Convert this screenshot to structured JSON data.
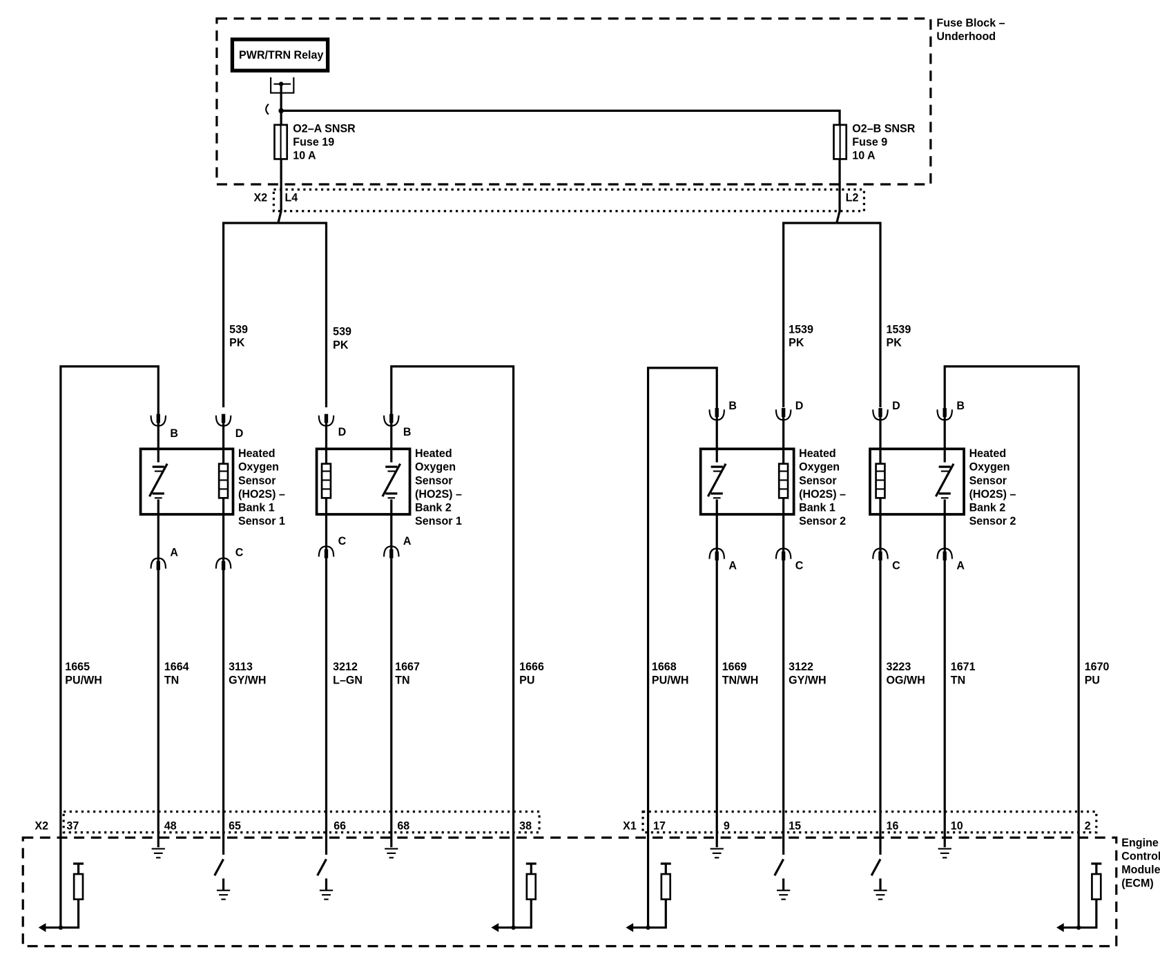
{
  "fuse_block": {
    "title_line1": "Fuse Block –",
    "title_line2": "Underhood",
    "relay_label": "PWR/TRN Relay",
    "fuse_a": {
      "name": "O2–A SNSR",
      "fuse": "Fuse 19",
      "rating": "10 A"
    },
    "fuse_b": {
      "name": "O2–B SNSR",
      "fuse": "Fuse 9",
      "rating": "10 A"
    },
    "connector_x2": "X2",
    "terminal_l4": "L4",
    "terminal_l2": "L2"
  },
  "sensors": [
    {
      "lines": [
        "Heated",
        "Oxygen",
        "Sensor",
        "(HO2S)  –",
        "Bank 1",
        "Sensor 1"
      ],
      "pins": {
        "top_signal": "B",
        "top_heater": "D",
        "bottom_signal": "A",
        "bottom_heater": "C"
      }
    },
    {
      "lines": [
        "Heated",
        "Oxygen",
        "Sensor",
        "(HO2S)  –",
        "Bank 2",
        "Sensor 1"
      ],
      "pins": {
        "top_signal": "B",
        "top_heater": "D",
        "bottom_signal": "A",
        "bottom_heater": "C"
      }
    },
    {
      "lines": [
        "Heated",
        "Oxygen",
        "Sensor",
        "(HO2S)  –",
        "Bank 1",
        "Sensor 2"
      ],
      "pins": {
        "top_signal": "B",
        "top_heater": "D",
        "bottom_signal": "A",
        "bottom_heater": "C"
      }
    },
    {
      "lines": [
        "Heated",
        "Oxygen",
        "Sensor",
        "(HO2S)  –",
        "Bank 2",
        "Sensor 2"
      ],
      "pins": {
        "top_signal": "B",
        "top_heater": "D",
        "bottom_signal": "A",
        "bottom_heater": "C"
      }
    }
  ],
  "feed_wires": [
    {
      "circuit": "539",
      "color": "PK"
    },
    {
      "circuit": "539",
      "color": "PK"
    },
    {
      "circuit": "1539",
      "color": "PK"
    },
    {
      "circuit": "1539",
      "color": "PK"
    }
  ],
  "ecm_wires": [
    {
      "circuit": "1665",
      "color": "PU/WH",
      "pin": "37"
    },
    {
      "circuit": "1664",
      "color": "TN",
      "pin": "48"
    },
    {
      "circuit": "3113",
      "color": "GY/WH",
      "pin": "65"
    },
    {
      "circuit": "3212",
      "color": "L–GN",
      "pin": "66"
    },
    {
      "circuit": "1667",
      "color": "TN",
      "pin": "68"
    },
    {
      "circuit": "1666",
      "color": "PU",
      "pin": "38"
    },
    {
      "circuit": "1668",
      "color": "PU/WH",
      "pin": "17"
    },
    {
      "circuit": "1669",
      "color": "TN/WH",
      "pin": "9"
    },
    {
      "circuit": "3122",
      "color": "GY/WH",
      "pin": "15"
    },
    {
      "circuit": "3223",
      "color": "OG/WH",
      "pin": "16"
    },
    {
      "circuit": "1671",
      "color": "TN",
      "pin": "10"
    },
    {
      "circuit": "1670",
      "color": "PU",
      "pin": "2"
    }
  ],
  "ecm": {
    "connector_left": "X2",
    "connector_right": "X1",
    "title_lines": [
      "Engine",
      "Control",
      "Module",
      "(ECM)"
    ]
  }
}
